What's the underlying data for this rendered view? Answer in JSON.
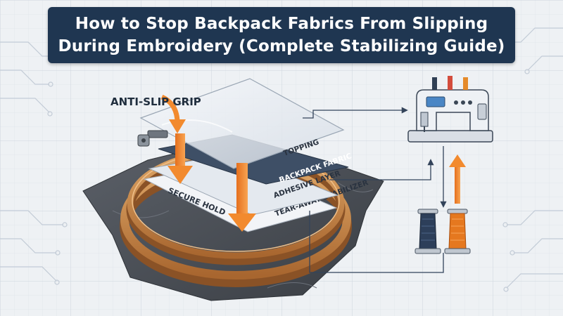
{
  "title": {
    "line1": "How to Stop Backpack Fabrics From Slipping",
    "line2": "During Embroidery (Complete Stabilizing Guide)"
  },
  "callouts": {
    "anti_slip": "ANTI-SLIP GRIP",
    "secure_hold": "SECURE HOLD"
  },
  "layers": [
    {
      "label": "TOPPING"
    },
    {
      "label": "BACKPACK FABRIC"
    },
    {
      "label": "ADHESIVE LAYER"
    },
    {
      "label": "TEAR-AWAY STABILIZER"
    }
  ],
  "colors": {
    "title_bg": "#1f3651",
    "accent_orange": "#f28a2e",
    "hoop_wood": "#c98a4b",
    "fabric_dark": "#4a4f56",
    "line_navy": "#33435a"
  },
  "icons": [
    "sewing-machine-icon",
    "navy-thread-spool-icon",
    "orange-thread-spool-icon",
    "embroidery-hoop-icon"
  ]
}
